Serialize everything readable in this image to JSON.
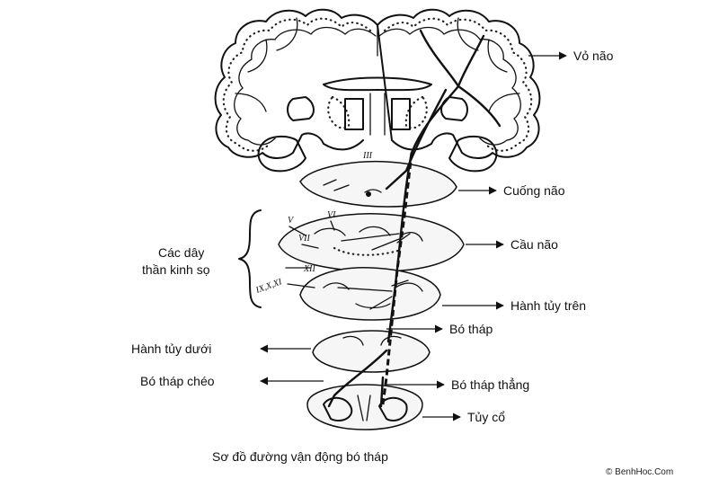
{
  "labels": {
    "cortex": "Vỏ não",
    "midbrain": "Cuống não",
    "pons": "Cầu não",
    "cranial_nerves_line1": "Các dây",
    "cranial_nerves_line2": "thần kinh sọ",
    "upper_medulla": "Hành tủy trên",
    "pyramid": "Bó tháp",
    "lower_medulla": "Hành tủy dưới",
    "crossed_tract": "Bó tháp chéo",
    "direct_tract": "Bó tháp thẳng",
    "cervical_cord": "Tủy cổ"
  },
  "nerve_numerals": {
    "n3": "III",
    "n5": "V",
    "n6": "VI",
    "n7": "VII",
    "n12": "XII",
    "n9_11": "IX,X,XI"
  },
  "caption": "Sơ đồ đường vận động bó tháp",
  "watermark": "© BenhHoc.Com"
}
